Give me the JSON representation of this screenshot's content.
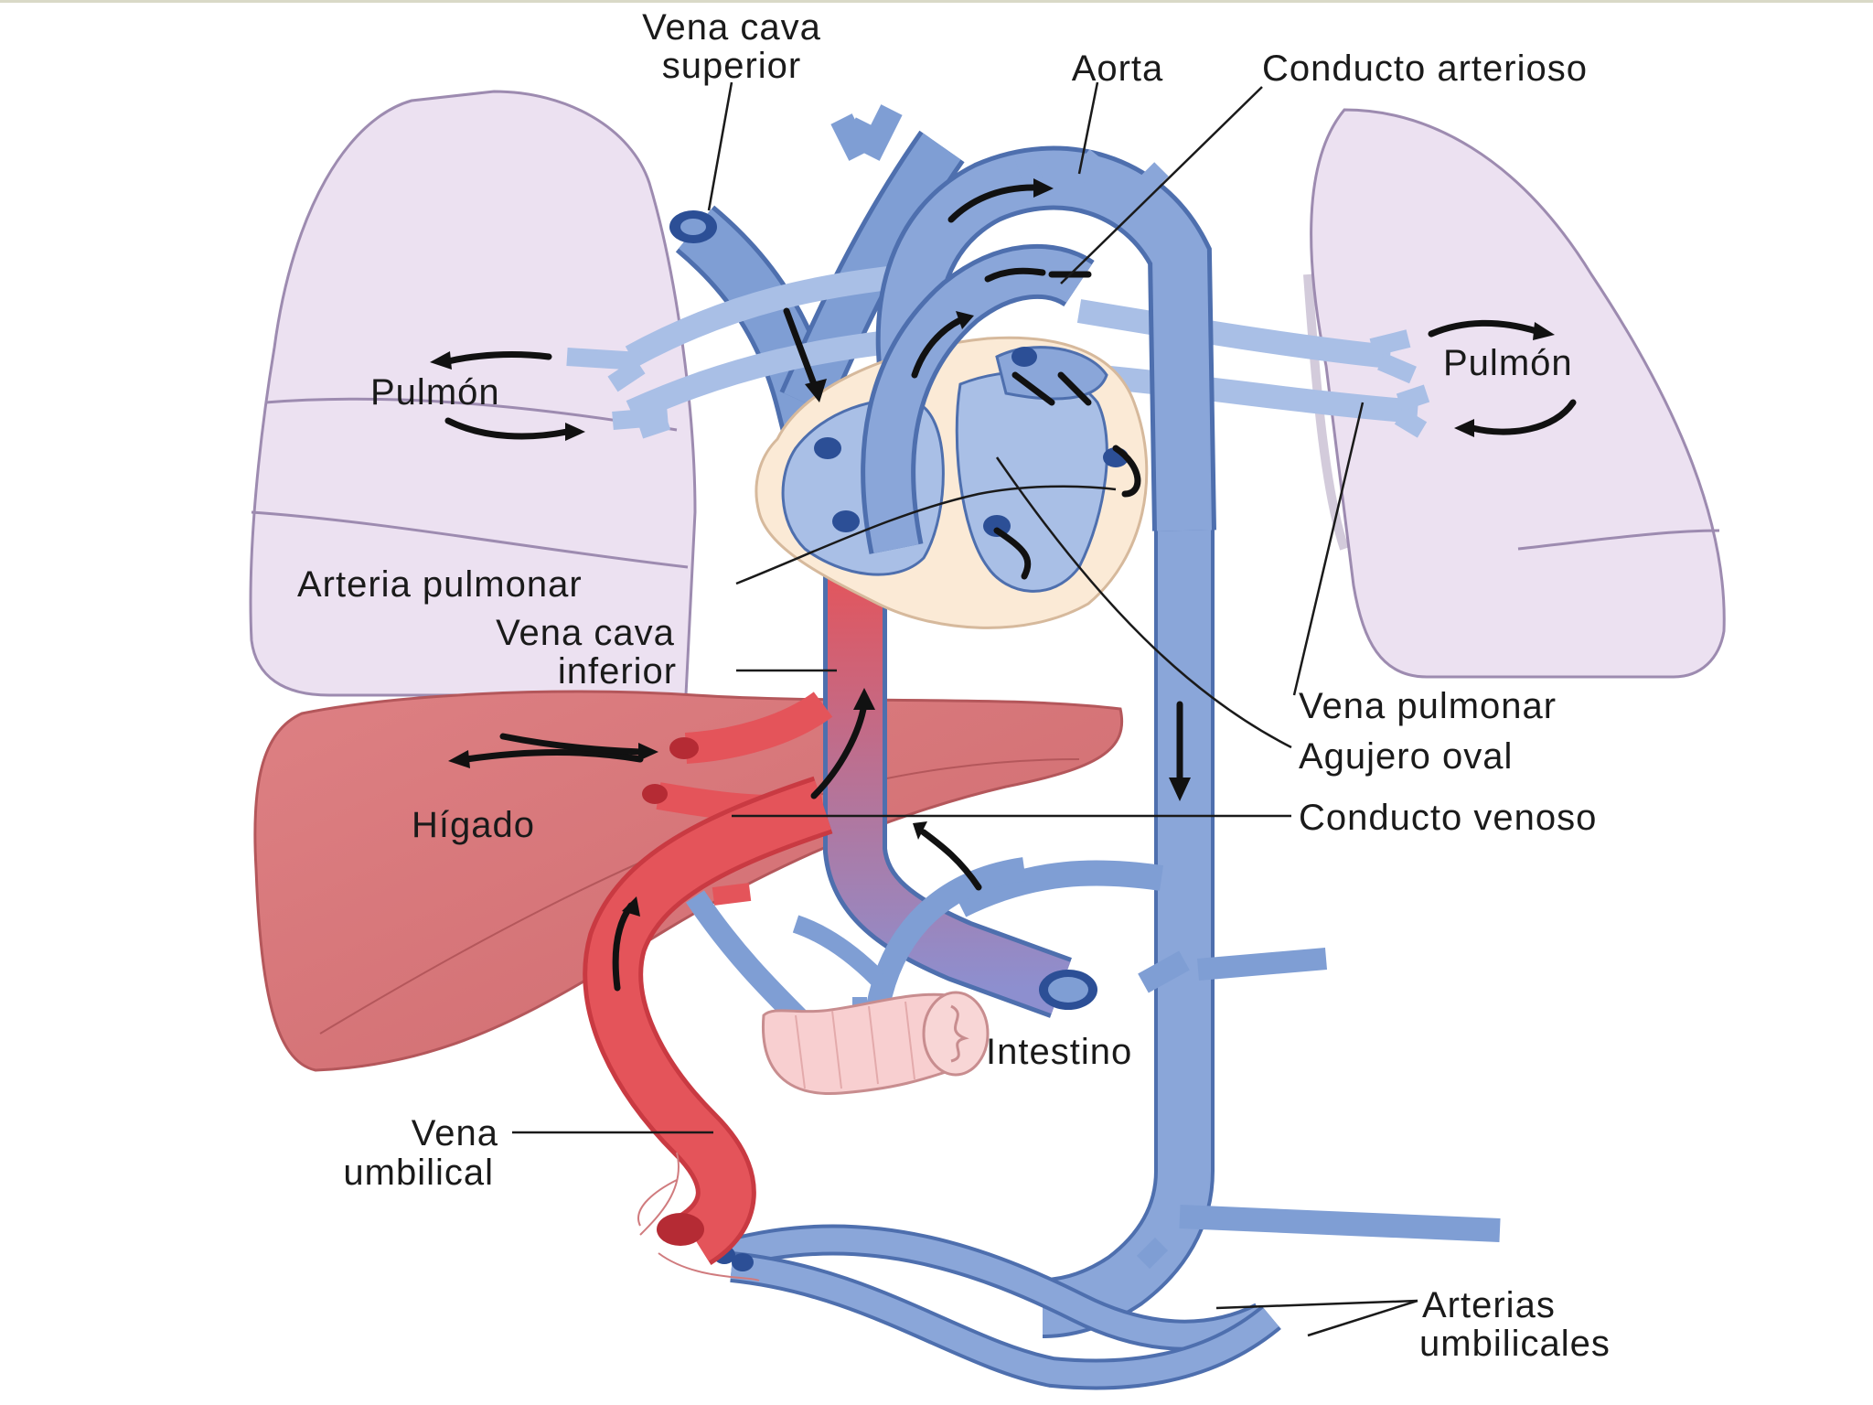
{
  "labels": {
    "vena_cava_superior_1": "Vena cava",
    "vena_cava_superior_2": "superior",
    "aorta": "Aorta",
    "conducto_arterioso": "Conducto arterioso",
    "pulmon_left": "Pulmón",
    "pulmon_right": "Pulmón",
    "arteria_pulmonar": "Arteria pulmonar",
    "vena_cava_inferior_1": "Vena cava",
    "vena_cava_inferior_2": "inferior",
    "vena_pulmonar": "Vena pulmonar",
    "agujero_oval": "Agujero oval",
    "higado": "Hígado",
    "conducto_venoso": "Conducto venoso",
    "intestino": "Intestino",
    "vena_umbilical_1": "Vena",
    "vena_umbilical_2": "umbilical",
    "arterias_umbilicales_1": "Arterias",
    "arterias_umbilicales_2": "umbilicales"
  },
  "colors": {
    "lung_fill": "#ece1f1",
    "lung_stroke": "#9d8bb0",
    "vessel_blue": "#7f9ed4",
    "vessel_blue_dark": "#4e6fae",
    "vessel_red": "#e4545a",
    "liver": "#d87679",
    "heart_outline": "#fbead6",
    "intestine": "#f8cfd0"
  }
}
